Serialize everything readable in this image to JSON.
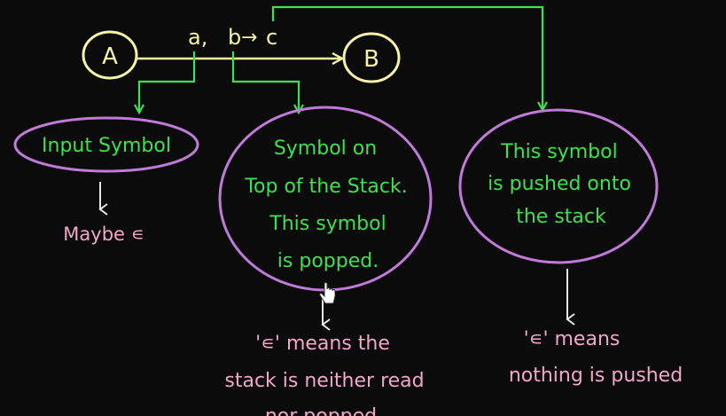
{
  "colors": {
    "background": "#0b0b0b",
    "green": "#3ee14e",
    "light_yellow": "#f6f3a6",
    "purple": "#c07ad8",
    "pink": "#f2a6c8",
    "white": "#f2f2f2",
    "cursor": "#dddddd"
  },
  "states": {
    "a": "A",
    "b": "B"
  },
  "transition": {
    "input": "a,",
    "pop": "b",
    "arrow": "→",
    "push": "c"
  },
  "bubbles": {
    "input": {
      "line1": "Input Symbol"
    },
    "top": {
      "line1": "Symbol on",
      "line2": "Top of the Stack.",
      "line3": "This symbol",
      "line4": "is popped."
    },
    "push": {
      "line1": "This symbol",
      "line2": "is pushed onto",
      "line3": "the stack"
    }
  },
  "notes": {
    "input": {
      "line1": "Maybe ∊"
    },
    "top": {
      "line1": "'∊' means the",
      "line2": "stack is neither read",
      "line3": "nor popped"
    },
    "push": {
      "line1": "'∊' means",
      "line2": "nothing is pushed"
    }
  },
  "icons": [
    "hand-cursor-icon"
  ]
}
